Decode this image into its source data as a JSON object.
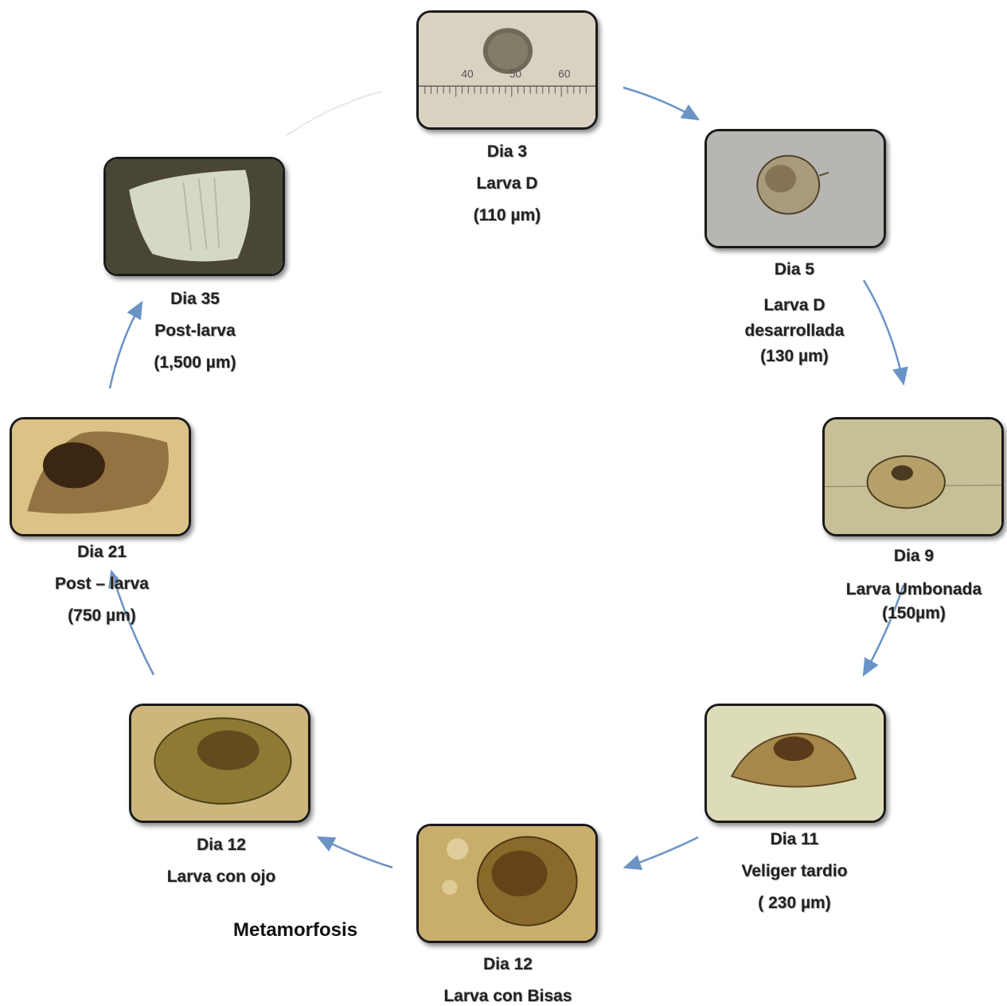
{
  "stages": [
    {
      "day": "Dia 3",
      "name": "Larva D",
      "size": "(110 µm)",
      "name2": ""
    },
    {
      "day": "Dia 5",
      "name": "Larva D",
      "name2": "desarrollada",
      "size": "(130 µm)"
    },
    {
      "day": "Dia 9",
      "name": "Larva Umbonada",
      "name2": "",
      "size": "(150µm)"
    },
    {
      "day": "Dia 11",
      "name": "Veliger tardio",
      "name2": "",
      "size": "( 230 µm)"
    },
    {
      "day": "Dia 12",
      "name": "Larva con Bisas",
      "name2": "",
      "size": ""
    },
    {
      "day": "Dia 12",
      "name": "Larva con ojo",
      "name2": "",
      "size": ""
    },
    {
      "day": "Dia 21",
      "name": "Post – larva",
      "name2": "",
      "size": "(750 µm)"
    },
    {
      "day": "Dia 35",
      "name": "Post-larva",
      "name2": "",
      "size": "(1,500 µm)"
    }
  ],
  "ruler_ticks": [
    "40",
    "50",
    "60"
  ],
  "metamorphosis_label": "Metamorfosis",
  "colors": {
    "arrow": "#6a93c6",
    "label": "#222222"
  }
}
